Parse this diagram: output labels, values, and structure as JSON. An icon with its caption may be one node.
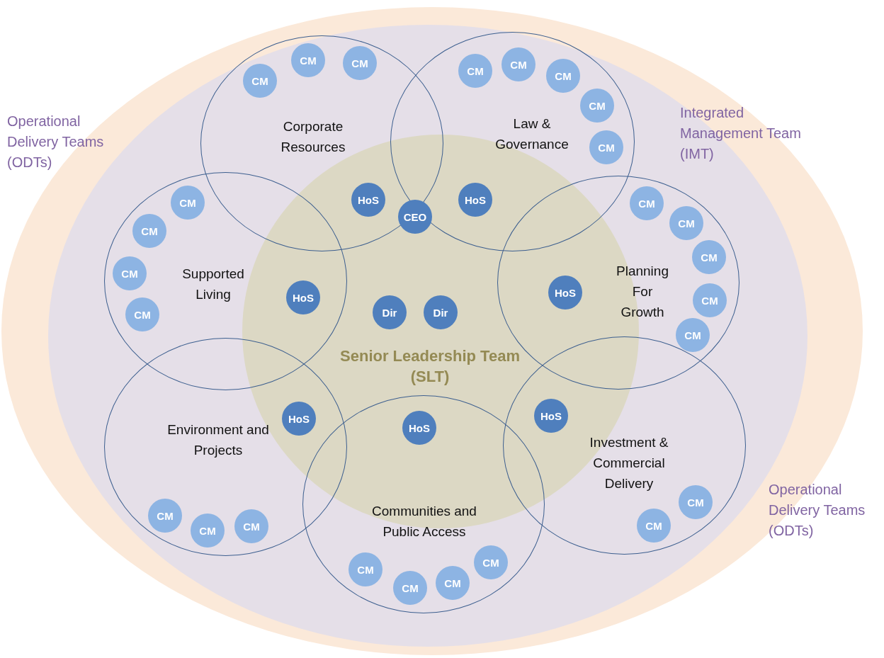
{
  "diagram": {
    "nodes": [
      {
        "text": [],
        "shape": "ellipse"
      },
      {
        "text": [
          "Integrated Management Team (IMT)"
        ],
        "in": 0
      },
      {
        "text": [
          "Senior Leadership Team (SLT)"
        ],
        "in": 1
      },
      {
        "text": [
          "Corporate Resources"
        ],
        "in": 1
      },
      {
        "text": [
          "Law & Governance"
        ],
        "in": 1
      },
      {
        "text": [
          "Supported Living"
        ],
        "in": 1
      },
      {
        "text": [
          "Planning For Growth"
        ],
        "in": 1
      },
      {
        "text": [
          "Environment and Projects"
        ],
        "in": 1
      },
      {
        "text": [
          "Communities and Public Access"
        ],
        "in": 1
      },
      {
        "text": [
          "Investment & Commercial Delivery"
        ],
        "in": 1
      },
      {
        "text": [
          "CM"
        ],
        "in": 3
      },
      {
        "text": [
          "CM"
        ],
        "in": 3
      },
      {
        "text": [
          "CM"
        ],
        "in": 3
      },
      {
        "text": [
          "CM"
        ],
        "in": 4
      },
      {
        "text": [
          "CM"
        ],
        "in": 4
      },
      {
        "text": [
          "CM"
        ],
        "in": 4
      },
      {
        "text": [
          "CM"
        ],
        "in": 4
      },
      {
        "text": [
          "CM"
        ],
        "in": 4
      },
      {
        "text": [
          "CM"
        ],
        "in": 5
      },
      {
        "text": [
          "CM"
        ],
        "in": 5
      },
      {
        "text": [
          "CM"
        ],
        "in": 5
      },
      {
        "text": [
          "CM"
        ],
        "in": 5
      },
      {
        "text": [
          "CM"
        ],
        "in": 6
      },
      {
        "text": [
          "CM"
        ],
        "in": 6
      },
      {
        "text": [
          "CM"
        ],
        "in": 6
      },
      {
        "text": [
          "CM"
        ],
        "in": 6
      },
      {
        "text": [
          "CM"
        ],
        "in": 6
      },
      {
        "text": [
          "CM"
        ],
        "in": 7
      },
      {
        "text": [
          "CM"
        ],
        "in": 7
      },
      {
        "text": [
          "CM"
        ],
        "in": 7
      },
      {
        "text": [
          "CM"
        ],
        "in": 8
      },
      {
        "text": [
          "CM"
        ],
        "in": 8
      },
      {
        "text": [
          "CM"
        ],
        "in": 8
      },
      {
        "text": [
          "CM"
        ],
        "in": 8
      },
      {
        "text": [
          "CM"
        ],
        "in": 9
      },
      {
        "text": [
          "CM"
        ],
        "in": 9
      },
      {
        "text": [
          "HoS"
        ]
      },
      {
        "text": [
          "HoS"
        ]
      },
      {
        "text": [
          "HoS"
        ]
      },
      {
        "text": [
          "HoS"
        ]
      },
      {
        "text": [
          "HoS"
        ]
      },
      {
        "text": [
          "HoS"
        ]
      },
      {
        "text": [
          "HoS"
        ]
      },
      {
        "text": [
          "CEO"
        ]
      },
      {
        "text": [
          "Dir"
        ],
        "in": 2
      },
      {
        "text": [
          "Dir"
        ],
        "in": 2
      }
    ],
    "labels": [
      "Operational Delivery Teams (ODTs)",
      "Operational Delivery Teams (ODTs)"
    ]
  }
}
